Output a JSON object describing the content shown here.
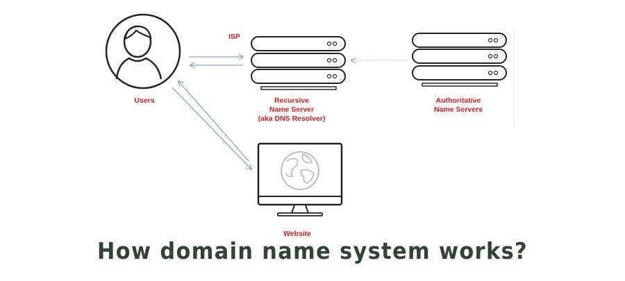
{
  "labels": {
    "isp": "ISP",
    "users": "Users",
    "recursive_lines": [
      "Recursive",
      "Name Server",
      "(aka DNS Resolver)"
    ],
    "authoritative_lines": [
      "Authoritative",
      "Name Servers"
    ],
    "website": "Website"
  },
  "caption": "How domain name system works?",
  "colors": {
    "label": "#d21e1e",
    "caption": "#2f4431",
    "arrow": "#7ea6c8",
    "outline": "#222222"
  },
  "icons": {
    "user": "user-icon",
    "server": "server-stack-icon",
    "monitor": "monitor-icon",
    "globe": "globe-icon"
  }
}
